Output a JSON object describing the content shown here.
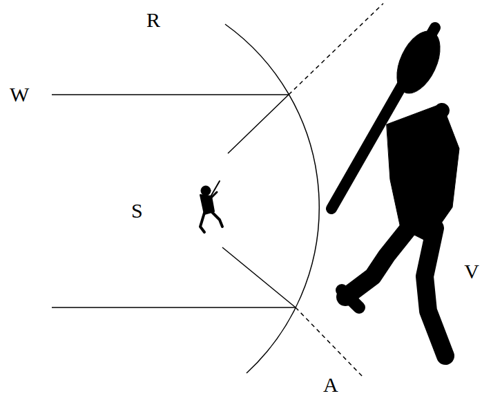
{
  "diagram": {
    "labels": [
      "R",
      "W",
      "S",
      "V",
      "A"
    ]
  }
}
